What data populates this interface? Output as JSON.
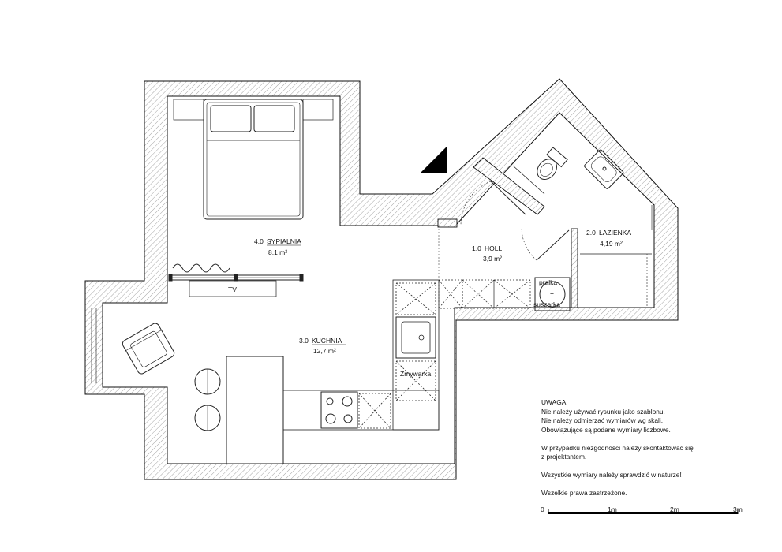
{
  "rooms": [
    {
      "id": "1.0",
      "name": "HOLL",
      "area": "3,9 m²"
    },
    {
      "id": "2.0",
      "name": "ŁAZIENKA",
      "area": "4,19 m²"
    },
    {
      "id": "3.0",
      "name": "KUCHNIA",
      "area": "12,7 m²"
    },
    {
      "id": "4.0",
      "name": "SYPIALNIA",
      "area": "8,1 m²"
    }
  ],
  "fixtures": {
    "tv": "TV",
    "washer": "pralka\n+\nsuszarka",
    "dishwasher": "Zmywarka"
  },
  "notes": {
    "heading": "UWAGA:",
    "lines": [
      "Nie należy używać rysunku jako szablonu.",
      "Nie należy odmierzać wymiarów wg skali.",
      "Obowiązujące są podane wymiary liczbowe."
    ],
    "contact": [
      "W przypadku niezgodności należy skontaktować się",
      "z projektantem."
    ],
    "verify": "Wszystkie wymiary należy sprawdzić w naturze!",
    "rights": "Wszelkie prawa zastrzeżone."
  },
  "scale": {
    "ticks": [
      "0",
      "1m",
      "2m",
      "3m"
    ]
  }
}
